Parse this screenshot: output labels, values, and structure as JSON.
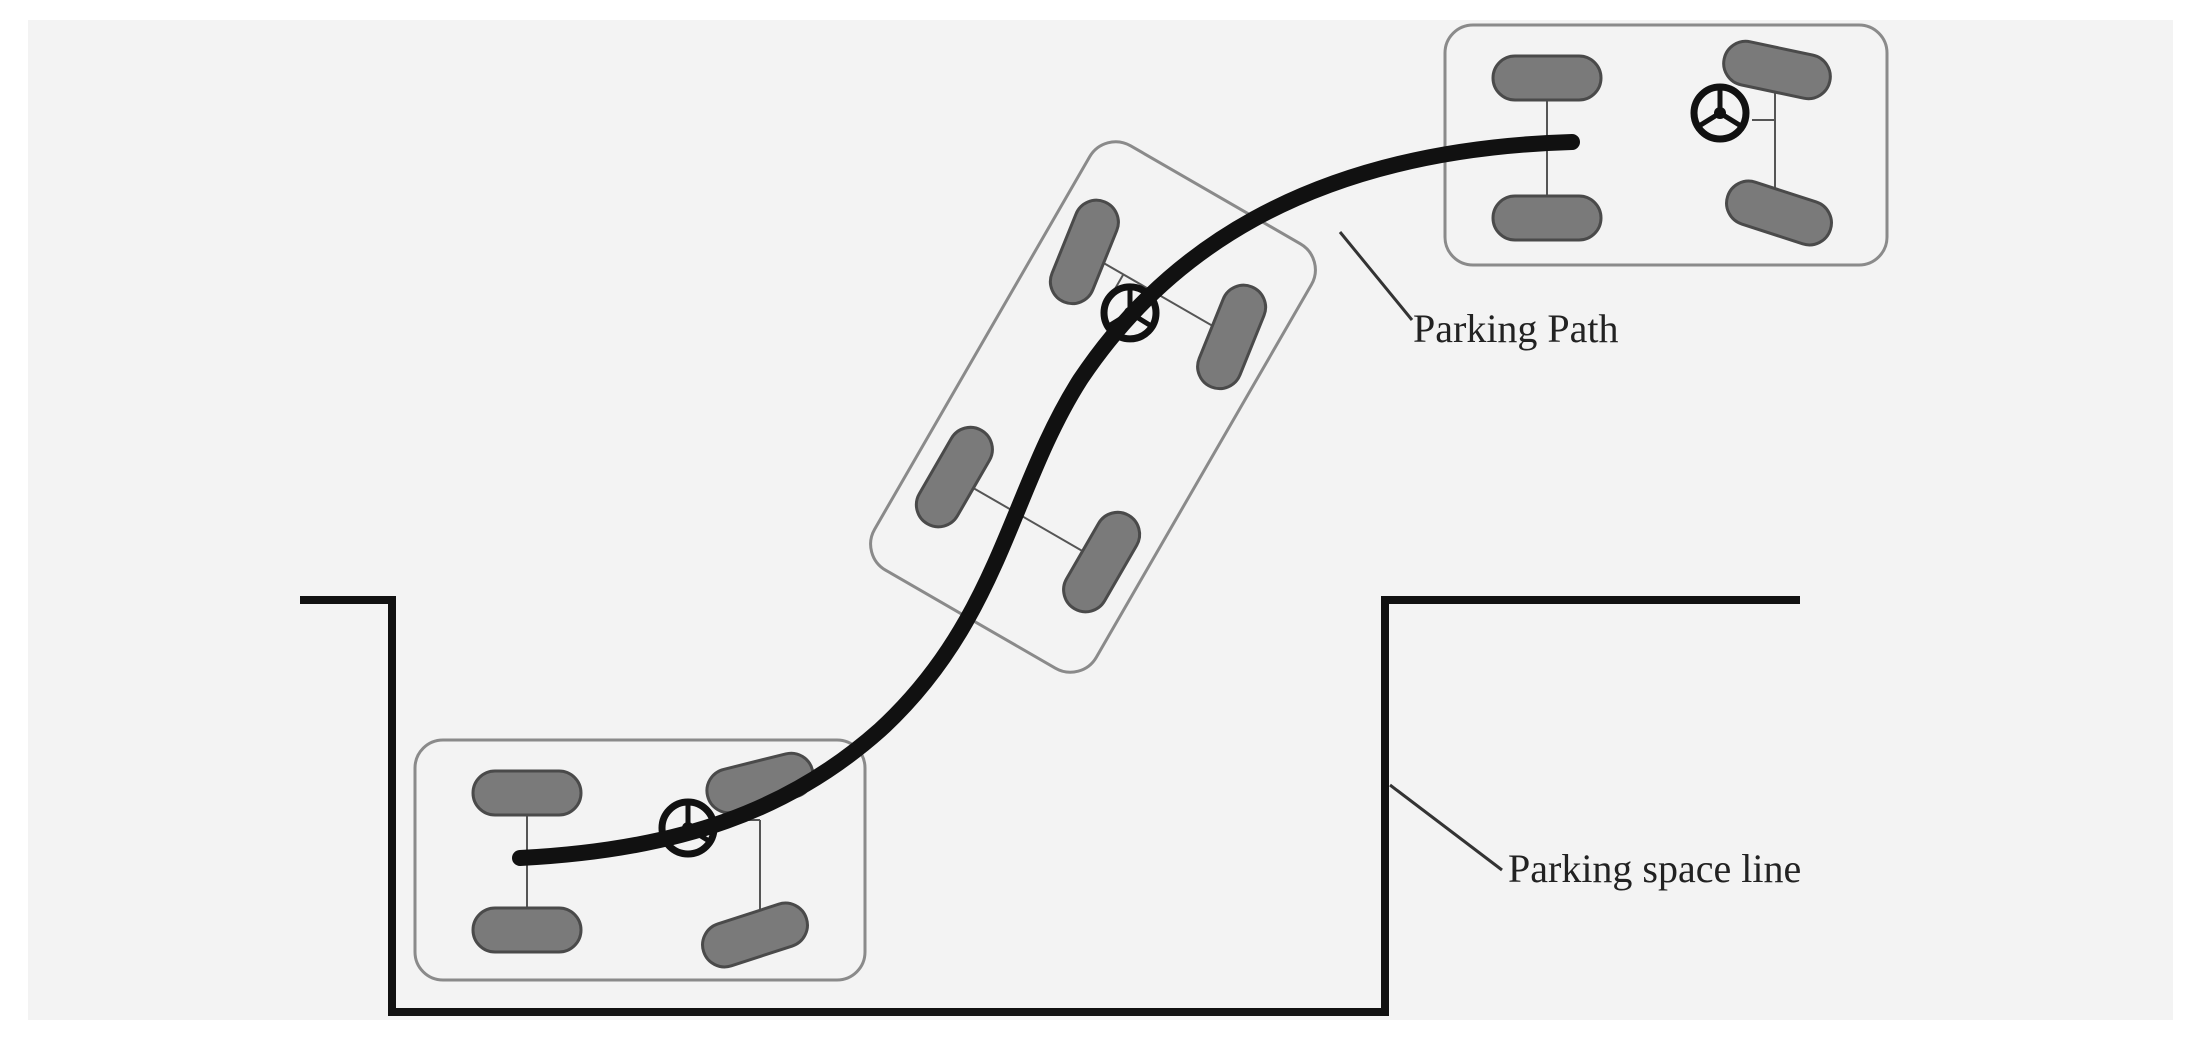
{
  "labels": {
    "parking_path": "Parking Path",
    "parking_space_line": "Parking space line"
  },
  "cars": [
    {
      "id": "car-start",
      "description": "car before parking maneuver"
    },
    {
      "id": "car-middle",
      "description": "car mid maneuver"
    },
    {
      "id": "car-end",
      "description": "car parked in space"
    }
  ],
  "colors": {
    "background": "#f3f3f3",
    "line": "#111111",
    "wheel": "#7a7a7a",
    "wheel_stroke": "#4a4a4a",
    "car_outline": "#8a8a8a"
  }
}
